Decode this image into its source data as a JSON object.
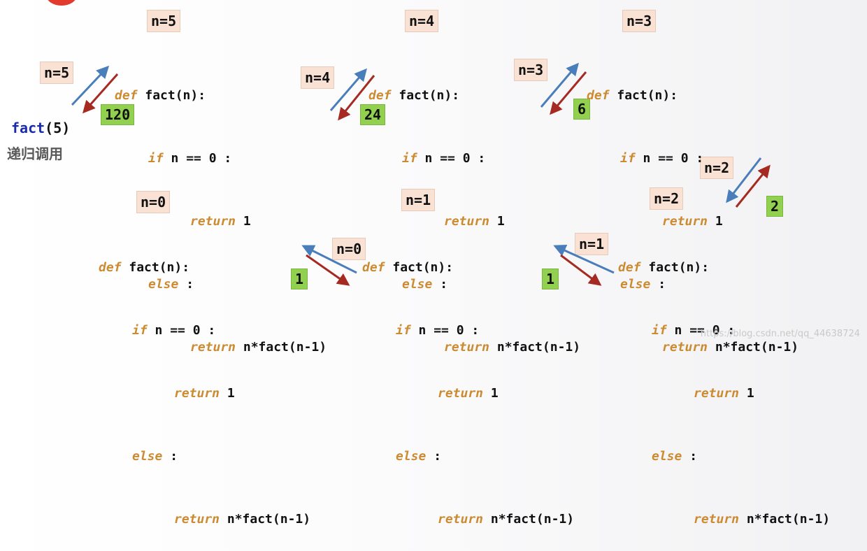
{
  "code": {
    "def_kw": "def",
    "signature": "fact(n):",
    "if_kw": "if",
    "condition": "n == 0 :",
    "return_kw": "return",
    "base_value": "1",
    "else_kw": "else",
    "else_colon": ":",
    "recursive_expr": "n*fact(n-1)"
  },
  "frames": [
    {
      "label": "n=5"
    },
    {
      "label": "n=4"
    },
    {
      "label": "n=3"
    },
    {
      "label": "n=2"
    },
    {
      "label": "n=1"
    },
    {
      "label": "n=0"
    }
  ],
  "calls": [
    "n=5",
    "n=4",
    "n=3",
    "n=2",
    "n=1",
    "n=0"
  ],
  "returns": [
    "120",
    "24",
    "6",
    "2",
    "1",
    "1"
  ],
  "initial_call": {
    "name": "fact",
    "args": "(5)"
  },
  "caption": "递归调用",
  "watermark": "https://blog.csdn.net/qq_44638724",
  "colors": {
    "call_arrow": "#4a7ebb",
    "return_arrow": "#a52a22",
    "label_bg": "#f9e1d4",
    "result_bg": "#92d050",
    "keyword": "#cc8a31",
    "function_call": "#1a2bb0"
  }
}
